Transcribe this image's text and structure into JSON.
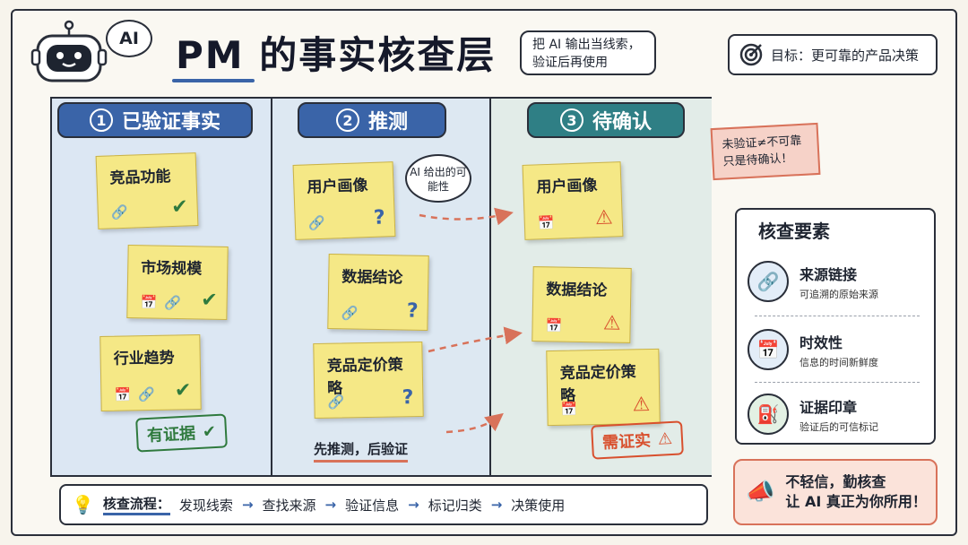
{
  "header": {
    "ai_badge": "AI",
    "title": "PM 的事实核查层",
    "note": "把 AI 输出当线索，验证后再使用",
    "goal": "目标：更可靠的产品决策"
  },
  "columns": [
    {
      "num": "1",
      "label": "已验证事实",
      "color": "#3a64a8"
    },
    {
      "num": "2",
      "label": "推测",
      "color": "#3a64a8"
    },
    {
      "num": "3",
      "label": "待确认",
      "color": "#2f7f85"
    }
  ],
  "verified": {
    "notes": [
      "竞品功能",
      "市场规模",
      "行业趋势"
    ],
    "stamp": "有证据"
  },
  "guess": {
    "notes": [
      "用户画像",
      "数据结论",
      "竞品定价策略"
    ],
    "bubble": "AI 给出的可能性",
    "footer": "先推测，后验证"
  },
  "pending": {
    "notes": [
      "用户画像",
      "数据结论",
      "竞品定价策略"
    ],
    "stamp": "需证实"
  },
  "side_note": "未验证≠不可靠 只是待确认！",
  "check_elements": {
    "title": "核查要素",
    "items": [
      {
        "title": "来源链接",
        "sub": "可追溯的原始来源",
        "icon": "link-icon"
      },
      {
        "title": "时效性",
        "sub": "信息的时间新鲜度",
        "icon": "calendar-icon"
      },
      {
        "title": "证据印章",
        "sub": "验证后的可信标记",
        "icon": "stamp-icon"
      }
    ]
  },
  "flow": {
    "label": "核查流程：",
    "steps": [
      "发现线索",
      "查找来源",
      "验证信息",
      "标记归类",
      "决策使用"
    ]
  },
  "callout": {
    "line1": "不轻信，勤核查",
    "line2": "让 AI 真正为你所用！"
  }
}
